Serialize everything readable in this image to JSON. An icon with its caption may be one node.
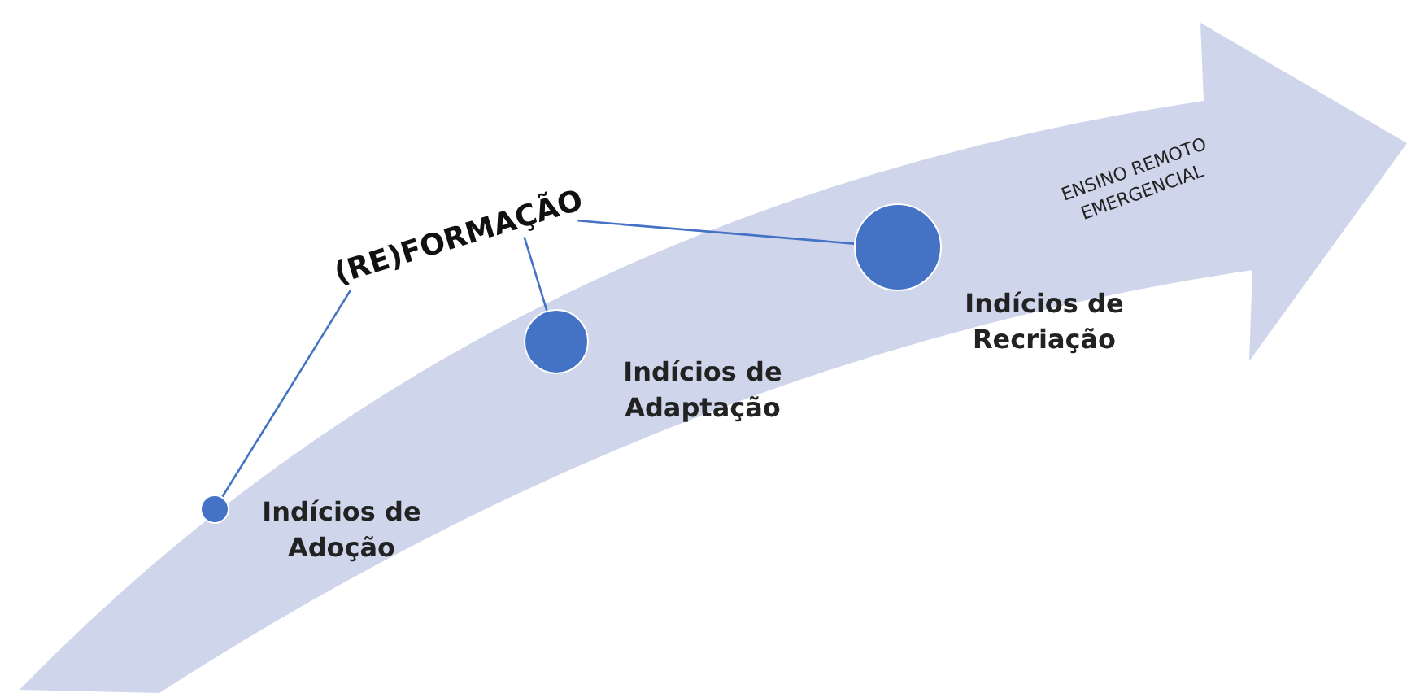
{
  "diagram": {
    "nodes": [
      {
        "text": [
          "ENSINO REMOTO EMERGENCIAL"
        ]
      },
      {
        "text": [
          "(RE)FORMAÇÃO"
        ]
      },
      {
        "text": [],
        "shape": "circle",
        "beside": [
          "Indícios de Adoção"
        ],
        "in": 0
      },
      {
        "text": [],
        "shape": "circle",
        "beside": [
          "Indícios de Adaptação"
        ],
        "in": 0
      },
      {
        "text": [],
        "shape": "circle",
        "beside": [
          "Indícios de Recriação"
        ],
        "in": 0
      }
    ],
    "edges": [
      {
        "from": 1,
        "to": 2,
        "arrow": "none"
      },
      {
        "from": 1,
        "to": 3,
        "arrow": "none"
      },
      {
        "from": 1,
        "to": 4,
        "arrow": "none"
      }
    ]
  }
}
